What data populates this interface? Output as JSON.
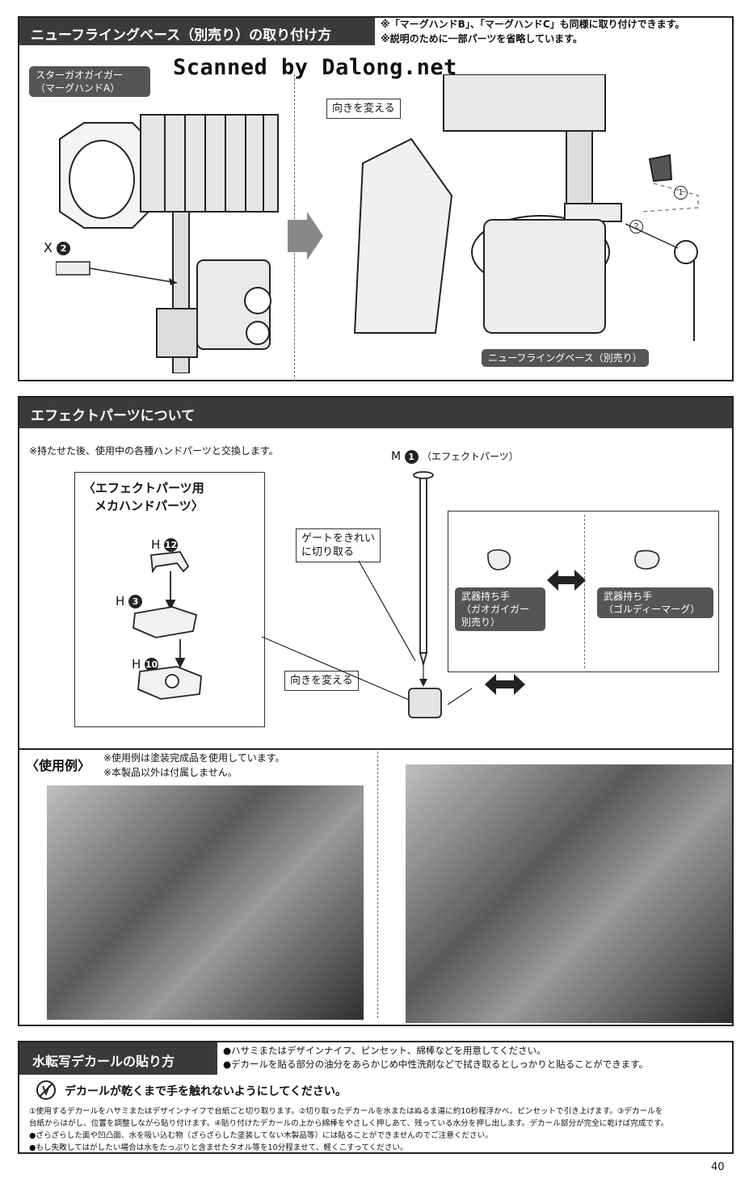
{
  "section1": {
    "title": "ニューフライングベース（別売り）の取り付け方",
    "notes": [
      "※「マーグハンドB」、「マーグハンドC」も同様に取り付けできます。",
      "※説明のために一部パーツを省略しています。"
    ],
    "watermark": "Scanned by Dalong.net",
    "left_label_line1": "スターガオガイガー",
    "left_label_line2": "（マーグハンドA）",
    "part_label_prefix": "X",
    "part_label_num": "2",
    "turn_label": "向きを変える",
    "step1": "1",
    "step2": "2",
    "base_label": "ニューフライングベース（別売り）"
  },
  "section2": {
    "title": "エフェクトパーツについて",
    "note": "※持たせた後、使用中の各種ハンドパーツと交換します。",
    "effect_prefix": "M",
    "effect_num": "1",
    "effect_label": "（エフェクトパーツ）",
    "mecha_title_line1": "〈エフェクトパーツ用",
    "mecha_title_line2": "メカハンドパーツ〉",
    "parts": [
      {
        "prefix": "H",
        "num": "12"
      },
      {
        "prefix": "H",
        "num": "3"
      },
      {
        "prefix": "H",
        "num": "10"
      }
    ],
    "gate_line1": "ゲートをきれい",
    "gate_line2": "に切り取る",
    "turn_label": "向きを変える",
    "weapon_left_line1": "武器持ち手",
    "weapon_left_line2": "（ガオガイガー",
    "weapon_left_line3": "別売り）",
    "weapon_right_line1": "武器持ち手",
    "weapon_right_line2": "（ゴルディーマーグ）"
  },
  "section3": {
    "title": "〈使用例〉",
    "note1": "※使用例は塗装完成品を使用しています。",
    "note2": "※本製品以外は付属しません。"
  },
  "section4": {
    "title": "水転写デカールの貼り方",
    "bullets": [
      "●ハサミまたはデザインナイフ、ピンセット、綿棒などを用意してください。",
      "●デカールを貼る部分の油分をあらかじめ中性洗剤などで拭き取るとしっかりと貼ることができます。"
    ],
    "warning": "デカールが乾くまで手を触れないようにしてください。",
    "body_lines": [
      "①使用するデカールをハサミまたはデザインナイフで台紙ごと切り取ります。②切り取ったデカールを水またはぬるま湯に約10秒程浮かべ、ピンセットで引き上げます。③デカールを",
      "台紙からはがし、位置を調整しながら貼り付けます。④貼り付けたデカールの上から綿棒をやさしく押しあて、残っている水分を押し出します。デカール部分が完全に乾けば完成です。",
      "●ざらざらした面や凹凸面、水を吸い込む物（ざらざらした塗装してない木製品等）には貼ることができませんのでご注意ください。",
      "●もし失敗してはがしたい場合は水をたっぷりと含ませたタオル等を10分程ませて、軽くこすってください。"
    ]
  },
  "page_number": "40"
}
